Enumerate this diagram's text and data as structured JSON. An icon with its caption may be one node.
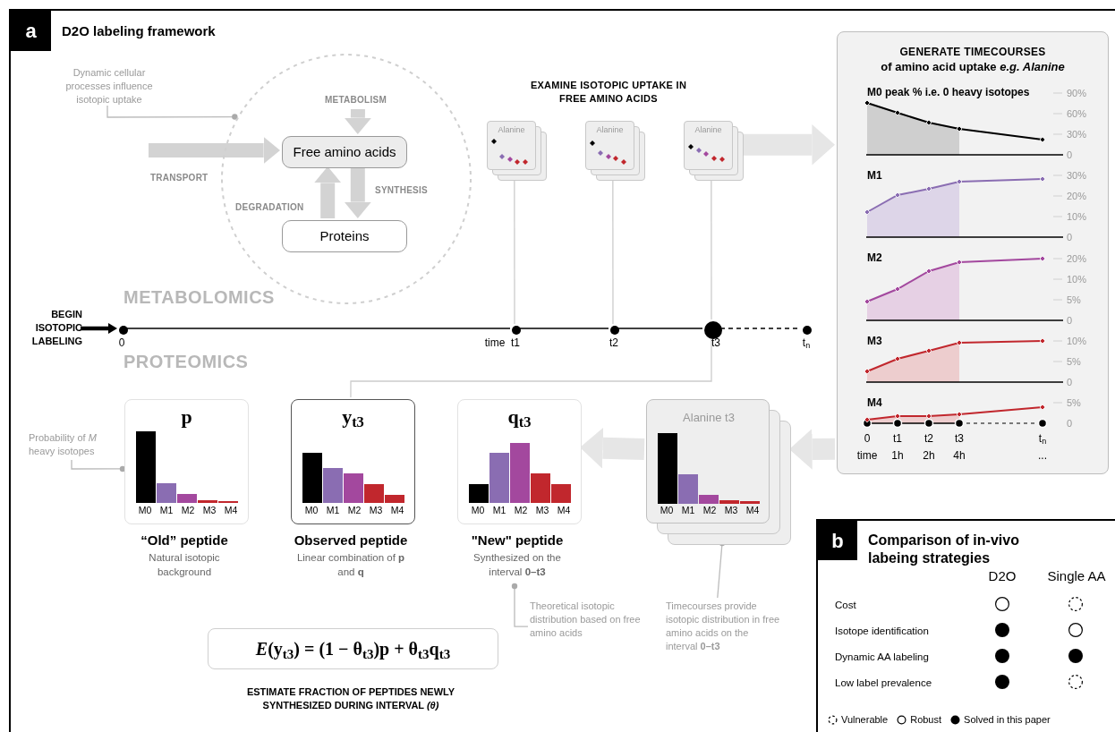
{
  "diagram": {
    "nodes": [
      {
        "text": [
          "a",
          "D2O labeling framework"
        ]
      },
      {
        "text": [],
        "shape": "circle",
        "in": 0
      },
      {
        "text": [
          "Dynamic cellular processes influence isotopic uptake"
        ],
        "in": 0
      },
      {
        "text": [
          "Free amino acids"
        ],
        "in": 1
      },
      {
        "text": [
          "Proteins"
        ],
        "in": 1
      },
      {
        "text": [
          "BEGIN ISOTOPIC LABELING"
        ],
        "in": 0
      },
      {
        "text": [],
        "shape": "circle",
        "beside": [
          "0"
        ],
        "in": 0
      },
      {
        "text": [],
        "shape": "circle",
        "beside": [
          "time",
          "t1"
        ],
        "in": 0
      },
      {
        "text": [],
        "shape": "circle",
        "beside": [
          "t2"
        ],
        "in": 0
      },
      {
        "text": [],
        "shape": "circle",
        "beside": [
          "t3"
        ],
        "in": 0
      },
      {
        "text": [],
        "shape": "circle",
        "beside": [
          "t$_{n}$"
        ],
        "in": 0
      },
      {
        "text": [
          "Alanine"
        ],
        "in": 0
      },
      {
        "text": [
          "Alanine"
        ],
        "in": 0
      },
      {
        "text": [
          "Alanine"
        ],
        "in": 0
      },
      {
        "text": [
          "GENERATE TIMECOURSES",
          "of amino acid uptake *e.g. Alanine*"
        ],
        "in": 0
      },
      {
        "text": [
          "Alanine t3",
          "M0",
          "M1",
          "M2",
          "M3",
          "M4"
        ],
        "in": 0
      },
      {
        "text": [
          "p",
          "M0",
          "M1",
          "M2",
          "M3",
          "M4"
        ],
        "beside": [
          "“Old” peptide",
          "Natural isotopic background"
        ],
        "in": 0
      },
      {
        "text": [
          "y$_{t3}$",
          "M0",
          "M1",
          "M2",
          "M3",
          "M4"
        ],
        "beside": [
          "Observed peptide",
          "Linear combination of **p** and **q**"
        ],
        "in": 0
      },
      {
        "text": [
          "q$_{t3}$",
          "M0",
          "M1",
          "M2",
          "M3",
          "M4"
        ],
        "beside": [
          "\"New\" peptide",
          "Synthesized on the interval **0–t3**"
        ],
        "in": 0
      },
      {
        "text": [
          "Probability of *M* heavy isotopes"
        ],
        "in": 0
      },
      {
        "text": [
          "Theoretical isotopic distribution based on free amino acids"
        ],
        "in": 0
      },
      {
        "text": [
          "Timecourses provide isotopic distribution in free amino acids on the interval **0–t3**"
        ],
        "in": 0
      },
      {
        "text": [
          "*E*(y$_{t3}$) = (1 − θ$_{t3}$)p + θ$_{t3}$q$_{t3}$"
        ],
        "in": 0
      },
      {
        "text": [
          "b",
          "Comparison of in-vivo labeing strategies"
        ],
        "in": 0
      }
    ],
    "edges": [
      {
        "from": null,
        "to": 3,
        "arrow": "to",
        "label": "TRANSPORT",
        "style": "thick",
        "color": "#d3d3d3"
      },
      {
        "from": null,
        "to": 3,
        "arrow": "to",
        "label": "METABOLISM",
        "style": "thick",
        "color": "#d3d3d3"
      },
      {
        "from": 3,
        "to": 4,
        "arrow": "to",
        "label": "SYNTHESIS",
        "style": "thick",
        "color": "#d3d3d3"
      },
      {
        "from": 4,
        "to": 3,
        "arrow": "to",
        "label": "DEGRADATION",
        "style": "thick",
        "color": "#d3d3d3"
      },
      {
        "from": 2,
        "to": 1,
        "arrow": "other",
        "color": "#bbbbbb"
      },
      {
        "from": 5,
        "to": 6,
        "arrow": "to",
        "style": "thick"
      },
      {
        "from": 6,
        "to": 7,
        "arrow": "none"
      },
      {
        "from": 7,
        "to": 8,
        "arrow": "none"
      },
      {
        "from": 8,
        "to": 9,
        "arrow": "none"
      },
      {
        "from": 9,
        "to": 10,
        "arrow": "none",
        "style": "dashed"
      },
      {
        "from": 11,
        "to": 7,
        "arrow": "none",
        "color": "#cccccc"
      },
      {
        "from": 12,
        "to": 8,
        "arrow": "none",
        "color": "#cccccc"
      },
      {
        "from": 13,
        "to": 9,
        "arrow": "none",
        "color": "#cccccc"
      },
      {
        "from": 13,
        "to": 14,
        "arrow": "to",
        "style": "thick",
        "color": "#e6e6e6"
      },
      {
        "from": 9,
        "to": 17,
        "arrow": "none",
        "color": "#cccccc"
      },
      {
        "from": 14,
        "to": 15,
        "arrow": "to",
        "style": "thick",
        "color": "#e6e6e6"
      },
      {
        "from": 15,
        "to": 18,
        "arrow": "to",
        "style": "thick",
        "color": "#e6e6e6"
      },
      {
        "from": 19,
        "to": 16,
        "arrow": "other",
        "color": "#bbbbbb"
      },
      {
        "from": 20,
        "to": null,
        "arrow": "other",
        "color": "#bbbbbb"
      },
      {
        "from": 21,
        "to": 15,
        "arrow": "other",
        "color": "#bbbbbb"
      }
    ],
    "labels": [
      "METABOLOMICS",
      "PROTEOMICS",
      "EXAMINE ISOTOPIC UPTAKE IN FREE AMINO ACIDS",
      "**M0 peak %** i.e. 0 heavy isotopes",
      "90%",
      "60%",
      "30%",
      "0",
      "M1",
      "30%",
      "20%",
      "10%",
      "0",
      "M2",
      "20%",
      "10%",
      "5%",
      "0",
      "M3",
      "10%",
      "5%",
      "0",
      "M4",
      "5%",
      "0",
      "0",
      "t1",
      "t2",
      "t3",
      "t$_{n}$",
      "time",
      "1h",
      "2h",
      "4h",
      "...",
      "ESTIMATE FRACTION OF PEPTIDES NEWLY SYNTHESIZED DURING INTERVAL *(θ)*",
      "D2O",
      "Single AA",
      "Cost",
      "Isotope identification",
      "Dynamic AA labeling",
      "Low label prevalence"
    ],
    "legend": [
      {
        "text": "Vulnerable"
      },
      {
        "text": "Robust"
      },
      {
        "text": "Solved in this paper"
      }
    ]
  }
}
